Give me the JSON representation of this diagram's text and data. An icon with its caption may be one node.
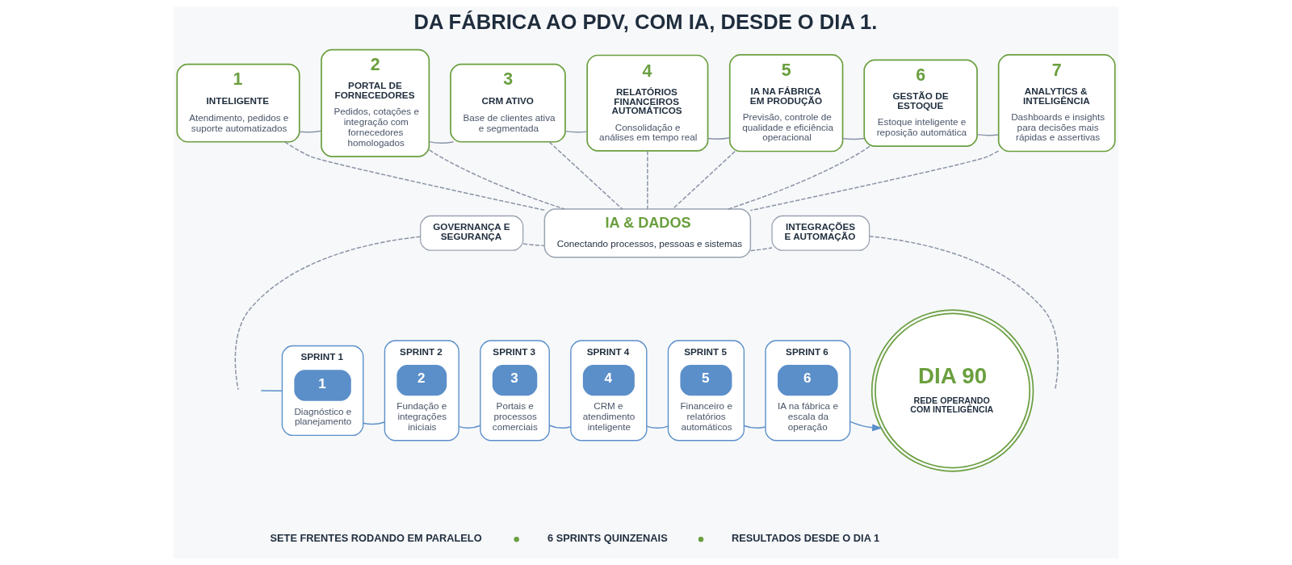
{
  "diagram": {
    "title": "DA FÁBRICA AO PDV, COM IA, DESDE O DIA 1.",
    "nodes": [
      {
        "text": [
          "1",
          "INTELIGENTE",
          "Atendimento, pedidos e suporte automatizados"
        ]
      },
      {
        "text": [
          "2",
          "PORTAL DE FORNECEDORES",
          "Pedidos, cotações e integração com fornecedores homologados"
        ]
      },
      {
        "text": [
          "3",
          "CRM ATIVO",
          "Base de clientes ativa e segmentada"
        ]
      },
      {
        "text": [
          "4",
          "RELATÓRIOS FINANCEIROS AUTOMÁTICOS",
          "Consolidação e análises em tempo real"
        ]
      },
      {
        "text": [
          "5",
          "IA NA FÁBRICA EM PRODUÇÃO",
          "Previsão, controle de qualidade e eficiência operacional"
        ]
      },
      {
        "text": [
          "6",
          "GESTÃO DE ESTOQUE",
          "Estoque inteligente e reposição automática"
        ]
      },
      {
        "text": [
          "7",
          "ANALYTICS & INTELIGÊNCIA",
          "Dashboards e insights para decisões mais rápidas e assertivas"
        ]
      },
      {
        "text": [
          "GOVERNANÇA E SEGURANÇA"
        ]
      },
      {
        "text": [
          "IA & DADOS",
          "Conectando processos, pessoas e sistemas"
        ]
      },
      {
        "text": [
          "INTEGRAÇÕES E AUTOMAÇÃO"
        ]
      },
      {
        "text": [
          "SPRINT 1",
          "1",
          "Diagnóstico e planejamento"
        ]
      },
      {
        "text": [
          "SPRINT 2",
          "2",
          "Fundação e integrações iniciais"
        ]
      },
      {
        "text": [
          "SPRINT 3",
          "3",
          "Portais e processos comerciais"
        ]
      },
      {
        "text": [
          "SPRINT 4",
          "4",
          "CRM e atendimento inteligente"
        ]
      },
      {
        "text": [
          "SPRINT 5",
          "5",
          "Financeiro e relatórios automáticos"
        ]
      },
      {
        "text": [
          "SPRINT 6",
          "6",
          "IA na fábrica e escala da operação"
        ]
      },
      {
        "text": [
          "DIA 90",
          "REDE OPERANDO COM INTELIGÊNCIA"
        ]
      }
    ],
    "edges": [
      {
        "from": 0,
        "to": 1,
        "arrow": "none"
      },
      {
        "from": 1,
        "to": 2,
        "arrow": "none"
      },
      {
        "from": 2,
        "to": 3,
        "arrow": "none"
      },
      {
        "from": 3,
        "to": 4,
        "arrow": "none"
      },
      {
        "from": 4,
        "to": 5,
        "arrow": "none"
      },
      {
        "from": 5,
        "to": 6,
        "arrow": "none"
      },
      {
        "from": 0,
        "to": 8,
        "arrow": "none",
        "style": "dashed"
      },
      {
        "from": 1,
        "to": 8,
        "arrow": "none",
        "style": "dashed"
      },
      {
        "from": 2,
        "to": 8,
        "arrow": "none",
        "style": "dashed"
      },
      {
        "from": 3,
        "to": 8,
        "arrow": "none",
        "style": "dashed"
      },
      {
        "from": 4,
        "to": 8,
        "arrow": "none",
        "style": "dashed"
      },
      {
        "from": 5,
        "to": 8,
        "arrow": "none",
        "style": "dashed"
      },
      {
        "from": 6,
        "to": 8,
        "arrow": "none",
        "style": "dashed"
      },
      {
        "from": 7,
        "to": 8,
        "arrow": "none",
        "style": "dashed"
      },
      {
        "from": 8,
        "to": 9,
        "arrow": "none",
        "style": "dashed"
      },
      {
        "from": 7,
        "to": null,
        "arrow": "none",
        "style": "dashed"
      },
      {
        "from": 9,
        "to": null,
        "arrow": "none",
        "style": "dashed"
      },
      {
        "from": null,
        "to": 10,
        "arrow": "none",
        "color": "#5b8fc9"
      },
      {
        "from": 10,
        "to": 11,
        "arrow": "none",
        "color": "#5b8fc9"
      },
      {
        "from": 11,
        "to": 12,
        "arrow": "none",
        "color": "#5b8fc9"
      },
      {
        "from": 12,
        "to": 13,
        "arrow": "none",
        "color": "#5b8fc9"
      },
      {
        "from": 13,
        "to": 14,
        "arrow": "none",
        "color": "#5b8fc9"
      },
      {
        "from": 14,
        "to": 15,
        "arrow": "none",
        "color": "#5b8fc9"
      },
      {
        "from": 15,
        "to": 16,
        "arrow": "to",
        "color": "#5b8fc9"
      }
    ],
    "labels": [
      "SETE FRENTES RODANDO EM PARALELO",
      "6 SPRINTS QUINZENAIS",
      "RESULTADOS DESDE O DIA 1"
    ]
  }
}
